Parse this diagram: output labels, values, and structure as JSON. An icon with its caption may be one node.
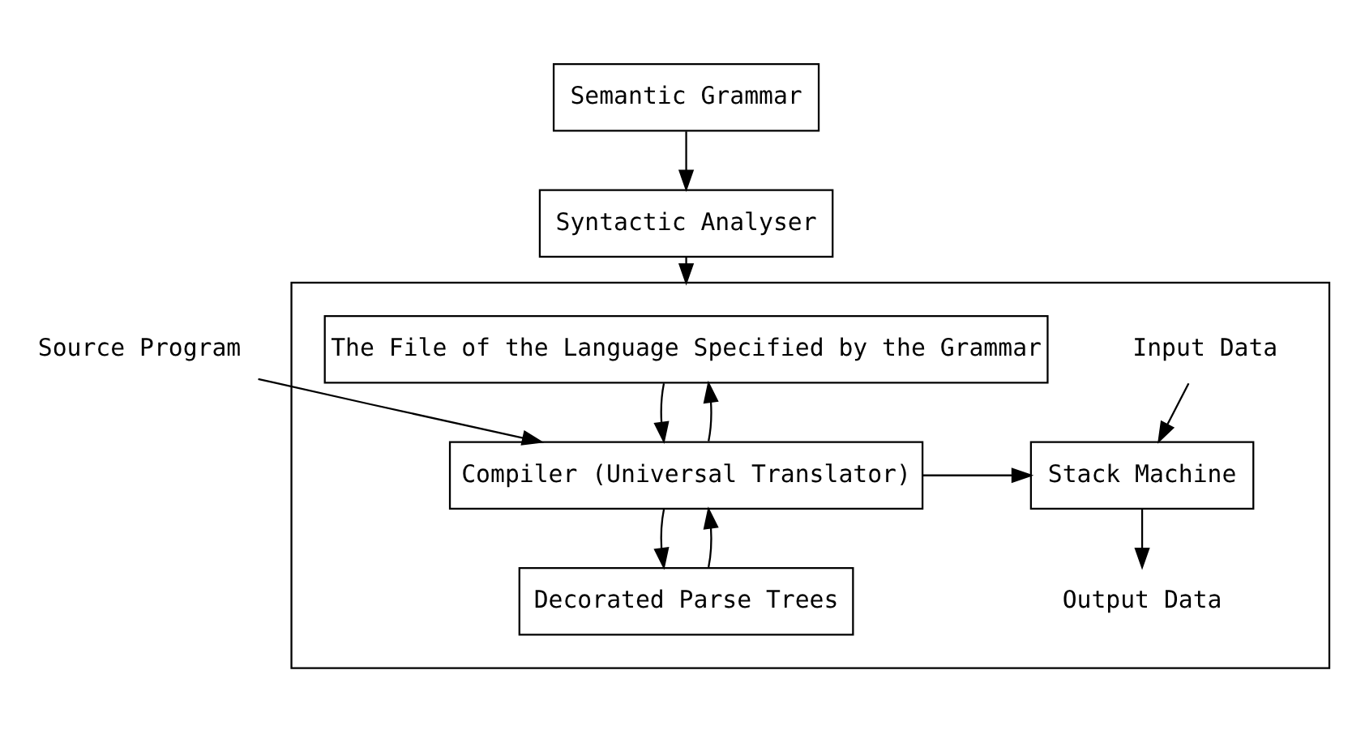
{
  "diagram": {
    "nodes": [
      {
        "text": [
          "Syntactic Analyser"
        ]
      },
      {
        "text": [
          "Semantic Grammar"
        ]
      },
      {
        "text": [],
        "shape": "box"
      },
      {
        "text": [
          "The File of the Language Specified by the Grammar"
        ],
        "in": 2
      },
      {
        "text": [
          "Compiler (Universal Translator)"
        ],
        "in": 2
      },
      {
        "text": [
          "Decorated Parse Trees"
        ],
        "in": 2
      },
      {
        "text": [
          "Stack Machine"
        ],
        "in": 2
      },
      {
        "text": [
          "Source Program"
        ]
      },
      {
        "text": [
          "Input Data"
        ],
        "in": 2
      },
      {
        "text": [
          "Output Data"
        ],
        "in": 2
      }
    ],
    "edges": [
      {
        "from": 1,
        "to": 0,
        "arrow": "to"
      },
      {
        "from": 0,
        "to": 2,
        "arrow": "to"
      },
      {
        "from": 3,
        "to": 4,
        "arrow": "to"
      },
      {
        "from": 4,
        "to": 3,
        "arrow": "to"
      },
      {
        "from": 4,
        "to": 5,
        "arrow": "to"
      },
      {
        "from": 5,
        "to": 4,
        "arrow": "to"
      },
      {
        "from": 7,
        "to": 4,
        "arrow": "to"
      },
      {
        "from": 4,
        "to": 6,
        "arrow": "to"
      },
      {
        "from": 8,
        "to": 6,
        "arrow": "to"
      },
      {
        "from": 6,
        "to": 9,
        "arrow": "to"
      }
    ]
  }
}
